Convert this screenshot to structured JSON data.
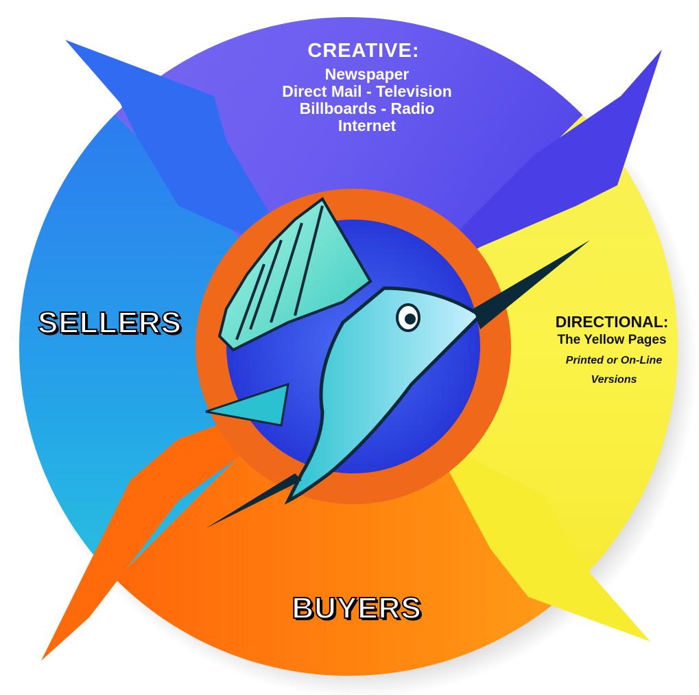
{
  "creative": {
    "title": "CREATIVE:",
    "lines": [
      "Newspaper",
      "Direct Mail - Television",
      "Billboards - Radio",
      "Internet"
    ]
  },
  "sellers": {
    "label": "SELLERS"
  },
  "buyers": {
    "label": "BUYERS"
  },
  "directional": {
    "title": "DIRECTIONAL:",
    "subtitle": "The Yellow Pages",
    "note_line1": "Printed or On-Line",
    "note_line2": "Versions"
  },
  "colors": {
    "creative_segment": "#6a5cf0",
    "sellers_segment": "#2b7bf0",
    "directional_segment": "#f7f04a",
    "buyers_segment": "#ff7a12",
    "center_ring": "#f06a1a",
    "center_core": "#3347e0"
  },
  "icons": {
    "center": "sailfish-icon"
  }
}
